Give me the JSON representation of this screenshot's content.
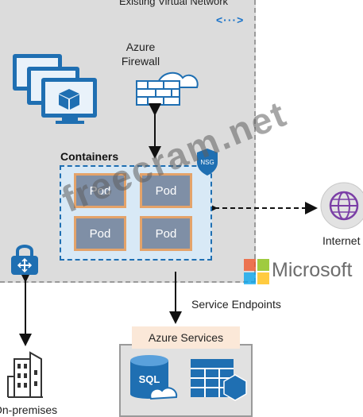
{
  "vnet": {
    "title": "Existing Virtual Network",
    "icon_text": "<···>"
  },
  "firewall": {
    "label": "Azure Firewall"
  },
  "containers": {
    "label": "Containers",
    "nsg_label": "NSG",
    "pods": [
      "Pod",
      "Pod",
      "Pod",
      "Pod"
    ]
  },
  "internet": {
    "label": "Internet"
  },
  "microsoft": {
    "label": "Microsoft"
  },
  "service_endpoints": {
    "label": "Service Endpoints"
  },
  "azure_services": {
    "label": "Azure Services",
    "sql_label": "SQL"
  },
  "on_premises": {
    "label": "On-premises"
  },
  "watermark": {
    "text": "freecram.net"
  },
  "colors": {
    "azure_blue": "#1f6fb2",
    "pod_fill": "#7f8fa6",
    "pod_border": "#e4a36a",
    "vnet_bg": "#dcdcdc"
  }
}
